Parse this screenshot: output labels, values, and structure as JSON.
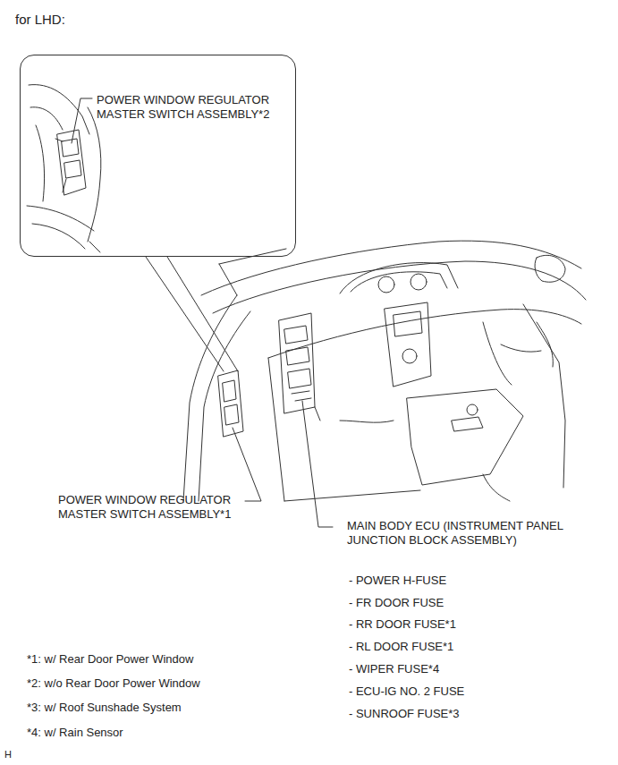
{
  "diagram": {
    "title": "for LHD:",
    "nodes": [
      {
        "text": [
          "POWER WINDOW REGULATOR MASTER SWITCH ASSEMBLY*2"
        ]
      }
    ],
    "labels": [
      "POWER WINDOW REGULATOR MASTER SWITCH ASSEMBLY*1",
      "MAIN BODY ECU (INSTRUMENT PANEL JUNCTION BLOCK ASSEMBLY)",
      "- POWER H-FUSE",
      "- FR DOOR FUSE",
      "- RR DOOR FUSE*1",
      "- RL DOOR FUSE*1",
      "- WIPER FUSE*4",
      "- ECU-IG NO. 2 FUSE",
      "- SUNROOF FUSE*3",
      "*1: w/ Rear Door Power Window",
      "*2: w/o Rear Door Power Window",
      "*3: w/ Roof Sunshade System",
      "*4: w/ Rain Sensor",
      "H"
    ]
  }
}
